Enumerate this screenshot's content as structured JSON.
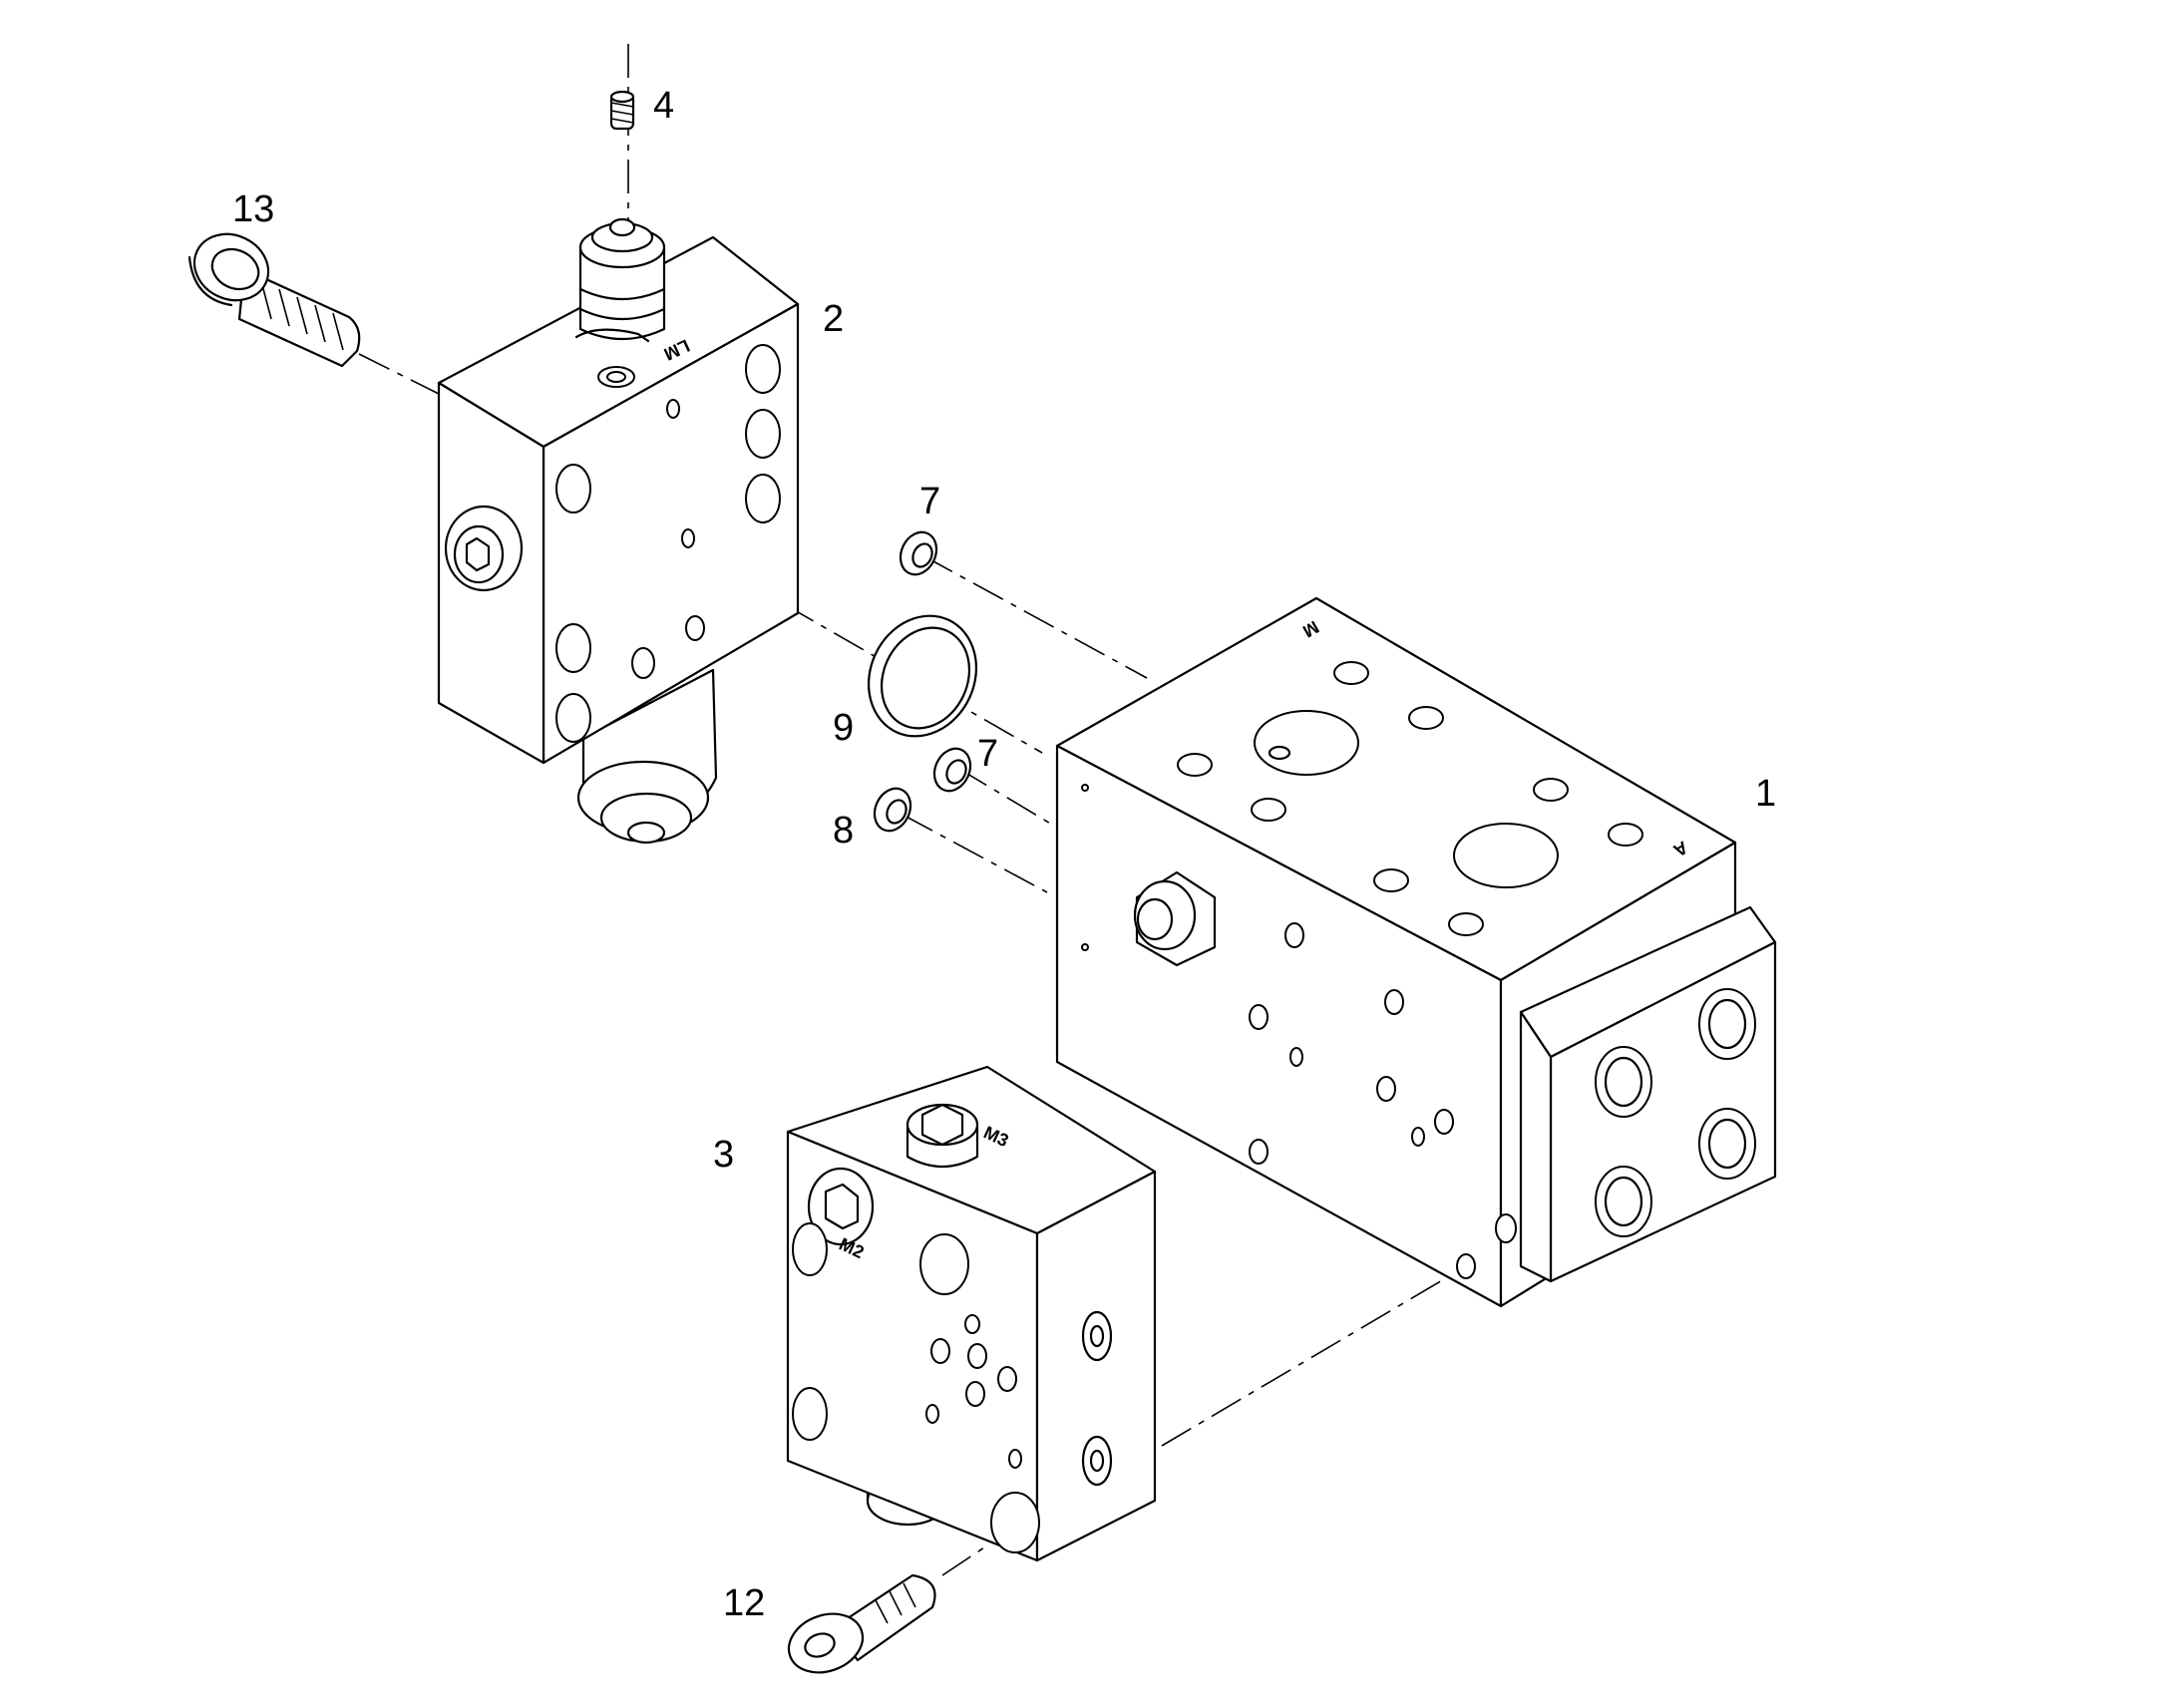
{
  "callouts": {
    "c1": "1",
    "c2": "2",
    "c3": "3",
    "c4": "4",
    "c7a": "7",
    "c7b": "7",
    "c8": "8",
    "c9": "9",
    "c12": "12",
    "c13": "13"
  },
  "port_marks": {
    "lm": "LM",
    "m": "M",
    "a": "A",
    "m2": "M2",
    "m3": "M3"
  }
}
